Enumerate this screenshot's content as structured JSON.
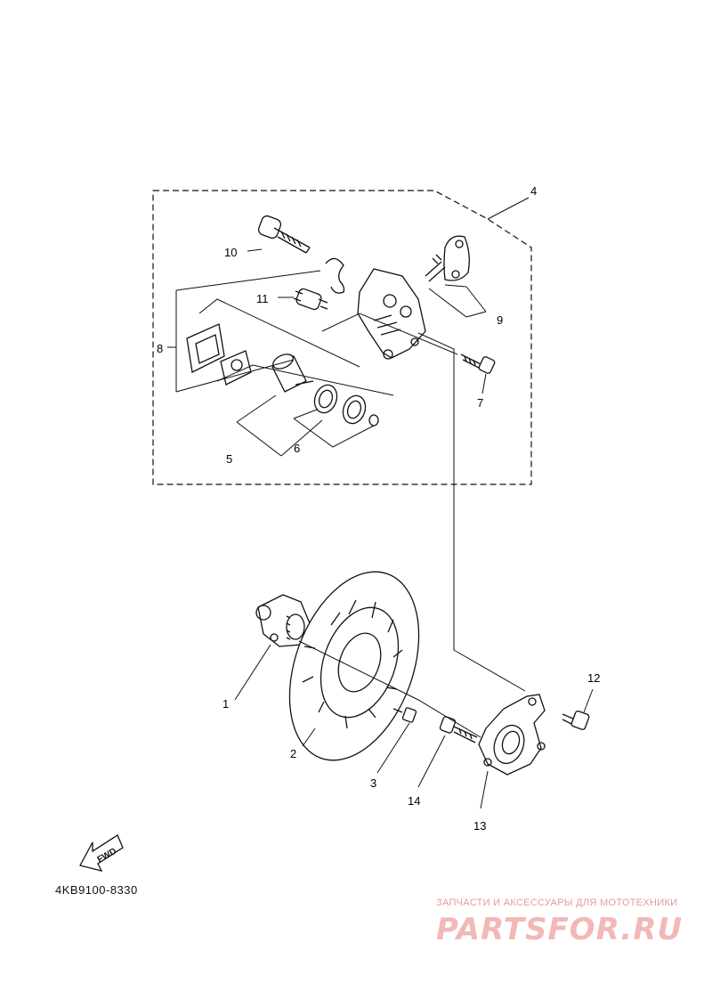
{
  "diagram": {
    "catalog_code": "4KB9100-8330",
    "fwd_label": "FWD",
    "callouts": [
      {
        "id": "c1",
        "label": "1"
      },
      {
        "id": "c2",
        "label": "2"
      },
      {
        "id": "c3",
        "label": "3"
      },
      {
        "id": "c4",
        "label": "4"
      },
      {
        "id": "c5",
        "label": "5"
      },
      {
        "id": "c6",
        "label": "6"
      },
      {
        "id": "c7",
        "label": "7"
      },
      {
        "id": "c8",
        "label": "8"
      },
      {
        "id": "c9",
        "label": "9"
      },
      {
        "id": "c10",
        "label": "10"
      },
      {
        "id": "c11",
        "label": "11"
      },
      {
        "id": "c12",
        "label": "12"
      },
      {
        "id": "c13",
        "label": "13"
      },
      {
        "id": "c14",
        "label": "14"
      }
    ]
  },
  "watermark": {
    "tagline": "ЗАПЧАСТИ И АКСЕССУАРЫ ДЛЯ МОТОТЕХНИКИ",
    "brand": "PARTSFOR.RU"
  }
}
